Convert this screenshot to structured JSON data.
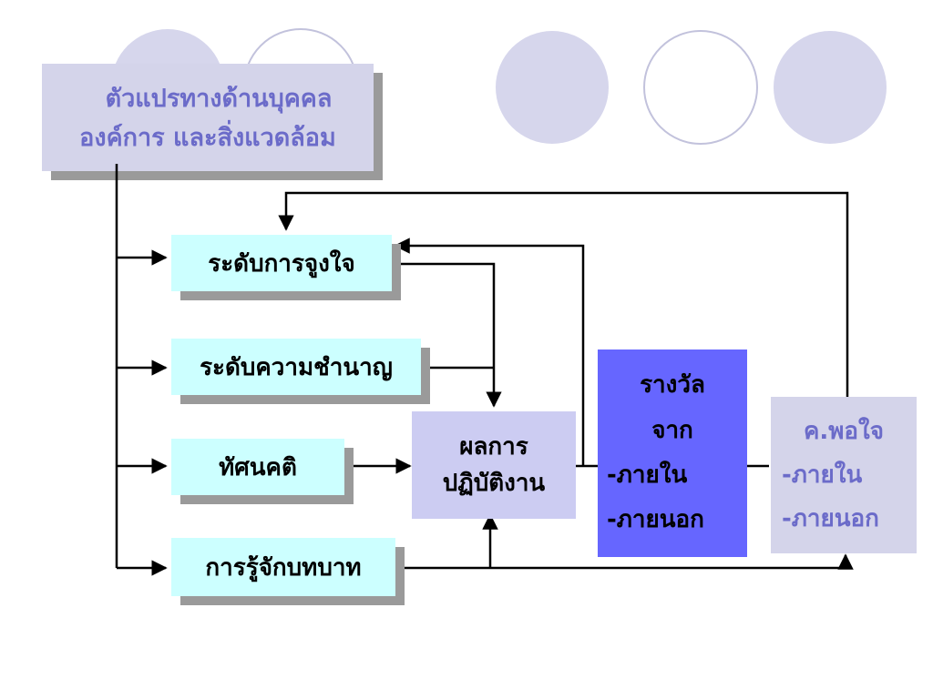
{
  "colors": {
    "circle_fill": "#d6d6ec",
    "circle_stroke": "#c2c2dc",
    "header_fill": "#d4d4ea",
    "header_text": "#6b6bc9",
    "cyan_fill": "#ccffff",
    "perf_fill": "#ccccf2",
    "reward_fill": "#6666ff",
    "satis_fill": "#d4d4ea",
    "satis_text": "#6b6bc9"
  },
  "header": {
    "line1": "ตัวแปรทางด้านบุคคล",
    "line2": "องค์การ และสิ่งแวดล้อม"
  },
  "boxes": {
    "motivation": "ระดับการจูงใจ",
    "expertise": "ระดับความชำนาญ",
    "attitude": "ทัศนคติ",
    "role": "การรู้จักบทบาท"
  },
  "performance": {
    "line1": "ผลการ",
    "line2": "ปฏิบัติงาน"
  },
  "reward": {
    "line1": "รางวัล",
    "line2": "จาก",
    "line3": "-ภายใน",
    "line4": "-ภายนอก"
  },
  "satisfaction": {
    "line1": "ค.พอใจ",
    "line2": "-ภายใน",
    "line3": "-ภายนอก"
  }
}
